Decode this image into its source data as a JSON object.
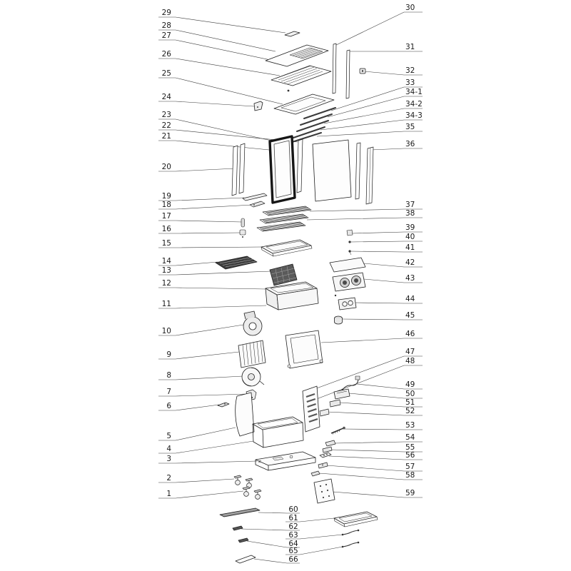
{
  "callouts": {
    "left": [
      "29",
      "28",
      "27",
      "26",
      "25",
      "24",
      "23",
      "22",
      "21",
      "20",
      "19",
      "18",
      "17",
      "16",
      "15",
      "14",
      "13",
      "12",
      "11",
      "10",
      "9",
      "8",
      "7",
      "6",
      "5",
      "4",
      "3",
      "2",
      "1"
    ],
    "right": [
      "30",
      "31",
      "32",
      "33",
      "34-1",
      "34-2",
      "34-3",
      "35",
      "36",
      "37",
      "38",
      "39",
      "40",
      "41",
      "42",
      "43",
      "44",
      "45",
      "46",
      "47",
      "48",
      "49",
      "50",
      "51",
      "52",
      "53",
      "54",
      "55",
      "56",
      "57",
      "58",
      "59"
    ],
    "bottom": [
      "60",
      "61",
      "62",
      "63",
      "64",
      "65",
      "66"
    ]
  },
  "colors": {
    "line": "#3a3a3a",
    "ink": "#1a1a1a",
    "dark_part": "#3d3d3d"
  }
}
